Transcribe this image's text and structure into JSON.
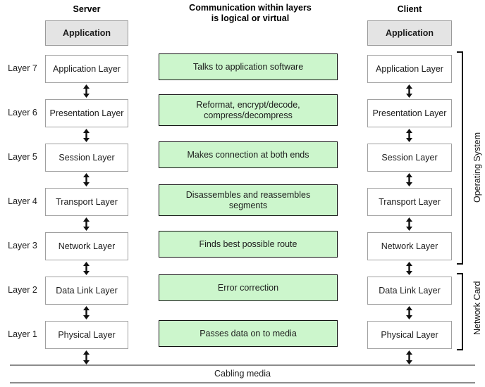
{
  "headings": {
    "server": "Server",
    "center": "Communication within layers\nis logical or virtual",
    "center_line1": "Communication within layers",
    "center_line2": "is logical or virtual",
    "client": "Client"
  },
  "application_boxes": {
    "server": "Application",
    "client": "Application"
  },
  "layers": [
    {
      "index_label": "Layer 7",
      "server_label": "Application Layer",
      "client_label": "Application Layer",
      "function_line1": "Talks to application software",
      "function_line2": ""
    },
    {
      "index_label": "Layer 6",
      "server_label": "Presentation Layer",
      "client_label": "Presentation Layer",
      "function_line1": "Reformat, encrypt/decode,",
      "function_line2": "compress/decompress"
    },
    {
      "index_label": "Layer 5",
      "server_label": "Session Layer",
      "client_label": "Session Layer",
      "function_line1": "Makes connection at both ends",
      "function_line2": ""
    },
    {
      "index_label": "Layer 4",
      "server_label": "Transport Layer",
      "client_label": "Transport Layer",
      "function_line1": "Disassembles and reassembles",
      "function_line2": "segments"
    },
    {
      "index_label": "Layer 3",
      "server_label": "Network Layer",
      "client_label": "Network Layer",
      "function_line1": "Finds best possible route",
      "function_line2": ""
    },
    {
      "index_label": "Layer 2",
      "server_label": "Data Link Layer",
      "client_label": "Data Link Layer",
      "function_line1": "Error correction",
      "function_line2": ""
    },
    {
      "index_label": "Layer 1",
      "server_label": "Physical Layer",
      "client_label": "Physical Layer",
      "function_line1": "Passes data on to media",
      "function_line2": ""
    }
  ],
  "braces": {
    "operating_system": "Operating System",
    "network_card": "Network Card"
  },
  "cabling": {
    "label": "Cabling   media"
  },
  "colors": {
    "function_box_fill": "#ccf6cc",
    "function_box_border": "#111111",
    "application_box_fill": "#e4e4e4",
    "application_box_border": "#9a9a9a",
    "layer_box_fill": "#ffffff",
    "layer_box_border": "#a0a0a0",
    "cable_line": "#8c8c8c",
    "text": "#1c1c1c",
    "background": "#ffffff"
  }
}
